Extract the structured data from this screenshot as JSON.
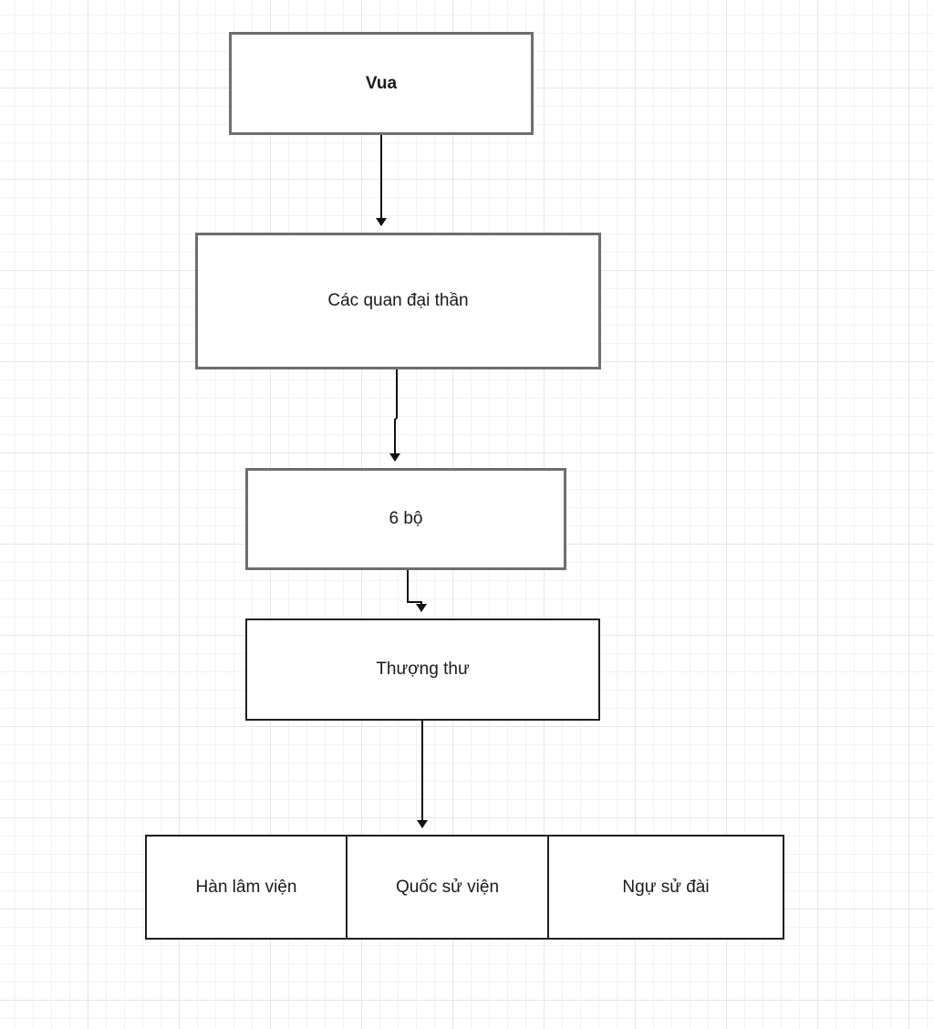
{
  "diagram": {
    "nodes": {
      "vua": "Vua",
      "dai_than": "Các quan đại thần",
      "sau_bo": "6 bộ",
      "thuong_thu": "Thượng thư"
    },
    "bottom_row": [
      "Hàn lâm viện",
      "Quốc sử viện",
      "Ngự sử đài"
    ],
    "edges": [
      {
        "from": "Vua",
        "to": "Các quan đại thần"
      },
      {
        "from": "Các quan đại thần",
        "to": "6 bộ"
      },
      {
        "from": "6 bộ",
        "to": "Thượng thư"
      },
      {
        "from": "Thượng thư",
        "to": "Hàn lâm viện | Quốc sử viện | Ngự sử đài"
      }
    ],
    "colors": {
      "grid_major": "#e6e6e6",
      "grid_minor": "#f3f3f3",
      "node_border_grey": "#6e6e6e",
      "node_border_dark": "#1f1f1f",
      "arrow": "#111111"
    }
  }
}
